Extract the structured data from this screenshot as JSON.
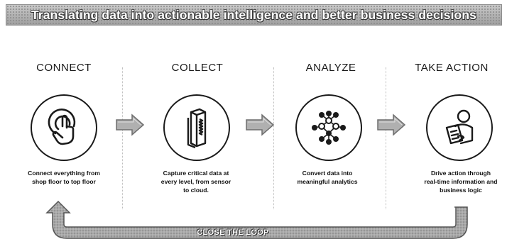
{
  "banner": {
    "title": "Translating data into actionable intelligence and better business decisions"
  },
  "steps": [
    {
      "heading": "CONNECT",
      "icon": "touch-hand-icon",
      "lines": [
        "Connect everything from",
        "shop floor to top floor"
      ]
    },
    {
      "heading": "COLLECT",
      "icon": "data-column-icon",
      "lines": [
        "Capture critical data at",
        "every level, from sensor",
        "to cloud."
      ]
    },
    {
      "heading": "ANALYZE",
      "icon": "network-nodes-icon",
      "lines": [
        "Convert data into",
        "meaningful analytics"
      ]
    },
    {
      "heading": "TAKE ACTION",
      "icon": "person-clipboard-icon",
      "lines": [
        "Drive action through",
        "real-time information and",
        "business logic"
      ]
    }
  ],
  "loop": {
    "label": "CLOSE THE LOOP"
  },
  "colors": {
    "banner": "#a8a8a8",
    "arrow": "#9a9a9a",
    "ink": "#1a1a1a"
  }
}
